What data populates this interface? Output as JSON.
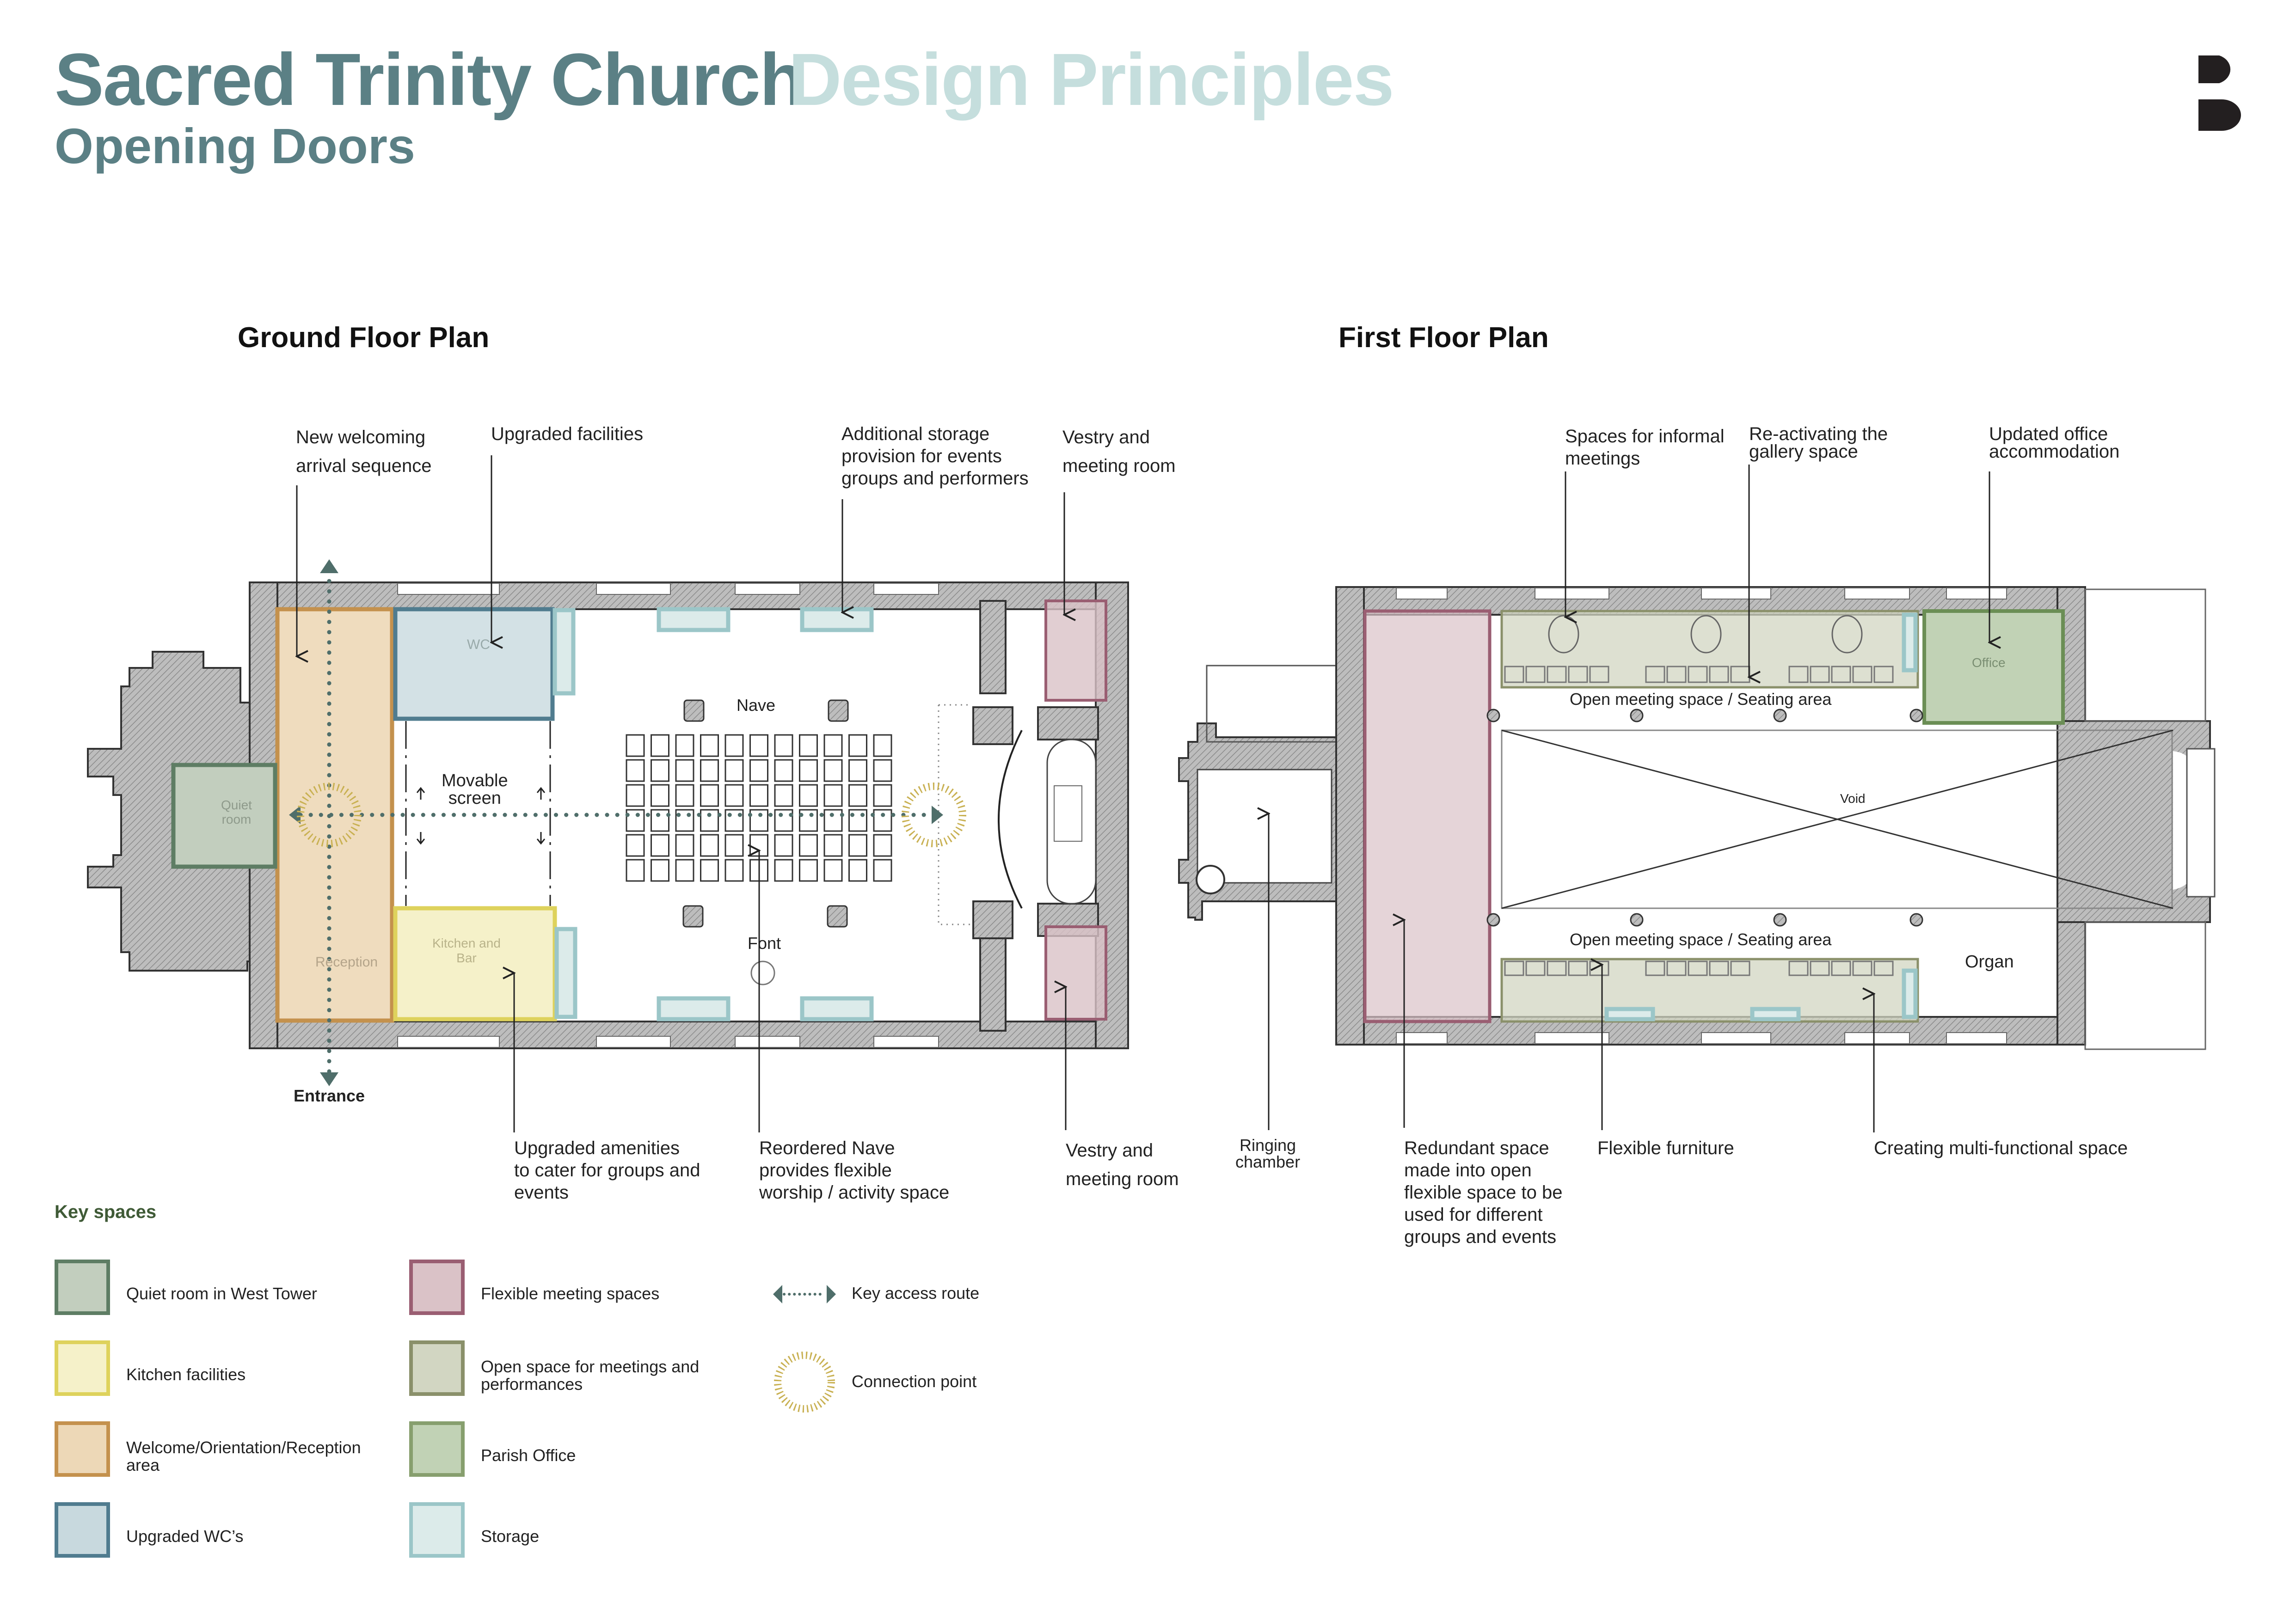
{
  "header": {
    "title": "Sacred Trinity Church",
    "subtitle": "Design Principles",
    "tagline": "Opening Doors",
    "logo_icon": "brand-b-logo",
    "colors": {
      "title": "#5B8085",
      "subtitle": "#C5DEDD",
      "logo": "#231F20"
    }
  },
  "ground_floor": {
    "title": "Ground Floor Plan",
    "annotations_top": [
      {
        "lines": [
          "New welcoming",
          "arrival sequence"
        ]
      },
      {
        "lines": [
          "Upgraded facilities"
        ]
      },
      {
        "lines": [
          "Additional storage",
          "provision for events",
          "groups and performers"
        ]
      },
      {
        "lines": [
          "Vestry and",
          "meeting room"
        ]
      }
    ],
    "annotations_bottom": [
      {
        "lines": [
          "Upgraded amenities",
          "to cater for groups and",
          "events"
        ]
      },
      {
        "lines": [
          "Reordered Nave",
          "provides flexible",
          "worship / activity space"
        ]
      },
      {
        "lines": [
          "Vestry and",
          "meeting room"
        ]
      }
    ],
    "room_labels": {
      "wc": "WC",
      "quiet_room": [
        "Quiet",
        "room"
      ],
      "reception": "Reception",
      "kitchen": [
        "Kitchen and",
        "Bar"
      ],
      "nave": "Nave",
      "font": "Font",
      "movable_screen": [
        "Movable",
        "screen"
      ],
      "entrance": "Entrance"
    },
    "seating": {
      "columns": 11,
      "rows": 6
    }
  },
  "first_floor": {
    "title": "First Floor Plan",
    "annotations_top": [
      {
        "lines": [
          "Spaces for informal",
          "meetings"
        ]
      },
      {
        "lines": [
          "Re-activating the",
          "gallery space"
        ]
      },
      {
        "lines": [
          "Updated office",
          "accommodation"
        ]
      }
    ],
    "annotations_bottom": [
      {
        "lines": [
          "Ringing",
          "chamber"
        ]
      },
      {
        "lines": [
          "Redundant space",
          "made into open",
          "flexible space to be",
          "used for different",
          "groups and events"
        ]
      },
      {
        "lines": [
          "Flexible furniture"
        ]
      },
      {
        "lines": [
          "Creating multi-functional space"
        ]
      }
    ],
    "room_labels": {
      "open_meeting_top": "Open meeting space / Seating area",
      "open_meeting_bottom": "Open meeting space / Seating area",
      "void": "Void",
      "office": "Office",
      "organ": "Organ"
    }
  },
  "key": {
    "title": "Key spaces",
    "spaces": [
      {
        "label": [
          "Quiet room in West Tower"
        ],
        "fill": "#C2CEBE",
        "border": "#5E7D64"
      },
      {
        "label": [
          "Kitchen facilities"
        ],
        "fill": "#F5F1C9",
        "border": "#DED25C"
      },
      {
        "label": [
          "Welcome/Orientation/Reception",
          "area"
        ],
        "fill": "#EDD8B7",
        "border": "#C4914D"
      },
      {
        "label": [
          "Upgraded WC’s"
        ],
        "fill": "#C8D9DE",
        "border": "#507C8F"
      },
      {
        "label": [
          "Flexible meeting spaces"
        ],
        "fill": "#DAC2C7",
        "border": "#9A5E72"
      },
      {
        "label": [
          "Open space for meetings and",
          "performances"
        ],
        "fill": "#D2D6C2",
        "border": "#8A906A"
      },
      {
        "label": [
          "Parish Office"
        ],
        "fill": "#C1D2B5",
        "border": "#879F6E"
      },
      {
        "label": [
          "Storage"
        ],
        "fill": "#DCEBEA",
        "border": "#9BC6C8"
      }
    ],
    "symbols": [
      {
        "label": "Key access route",
        "icon": "double-arrow-dotted-icon",
        "color": "#4F6E6A"
      },
      {
        "label": "Connection point",
        "icon": "radiating-circle-icon",
        "color": "#C9B153"
      }
    ]
  },
  "colors": {
    "wall_fill": "#B9B9B9",
    "wall_stroke": "#3A3A3A",
    "access_route": "#4F6E6A",
    "connection": "#C9B153"
  }
}
